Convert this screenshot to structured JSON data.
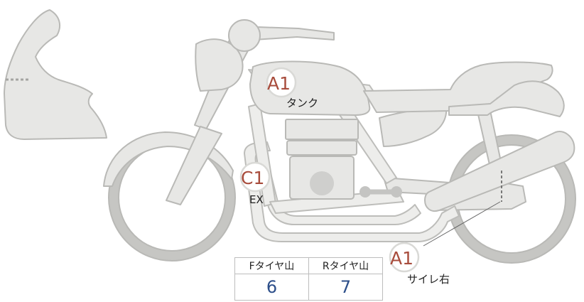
{
  "diagram": {
    "labels": [
      {
        "id": "tank",
        "code": "A1",
        "text": "タンク"
      },
      {
        "id": "exhaust",
        "code": "C1",
        "text": "EX"
      },
      {
        "id": "muffler-right",
        "code": "A1",
        "text": "サイレ右"
      }
    ],
    "colors": {
      "part_fill": "#e7e7e5",
      "part_stroke": "#b9b9b6",
      "badge_text": "#a84c3c",
      "table_value": "#2d4f8a"
    }
  },
  "tread_table": {
    "headers": [
      "Fタイヤ山",
      "Rタイヤ山"
    ],
    "values": [
      "6",
      "7"
    ]
  }
}
